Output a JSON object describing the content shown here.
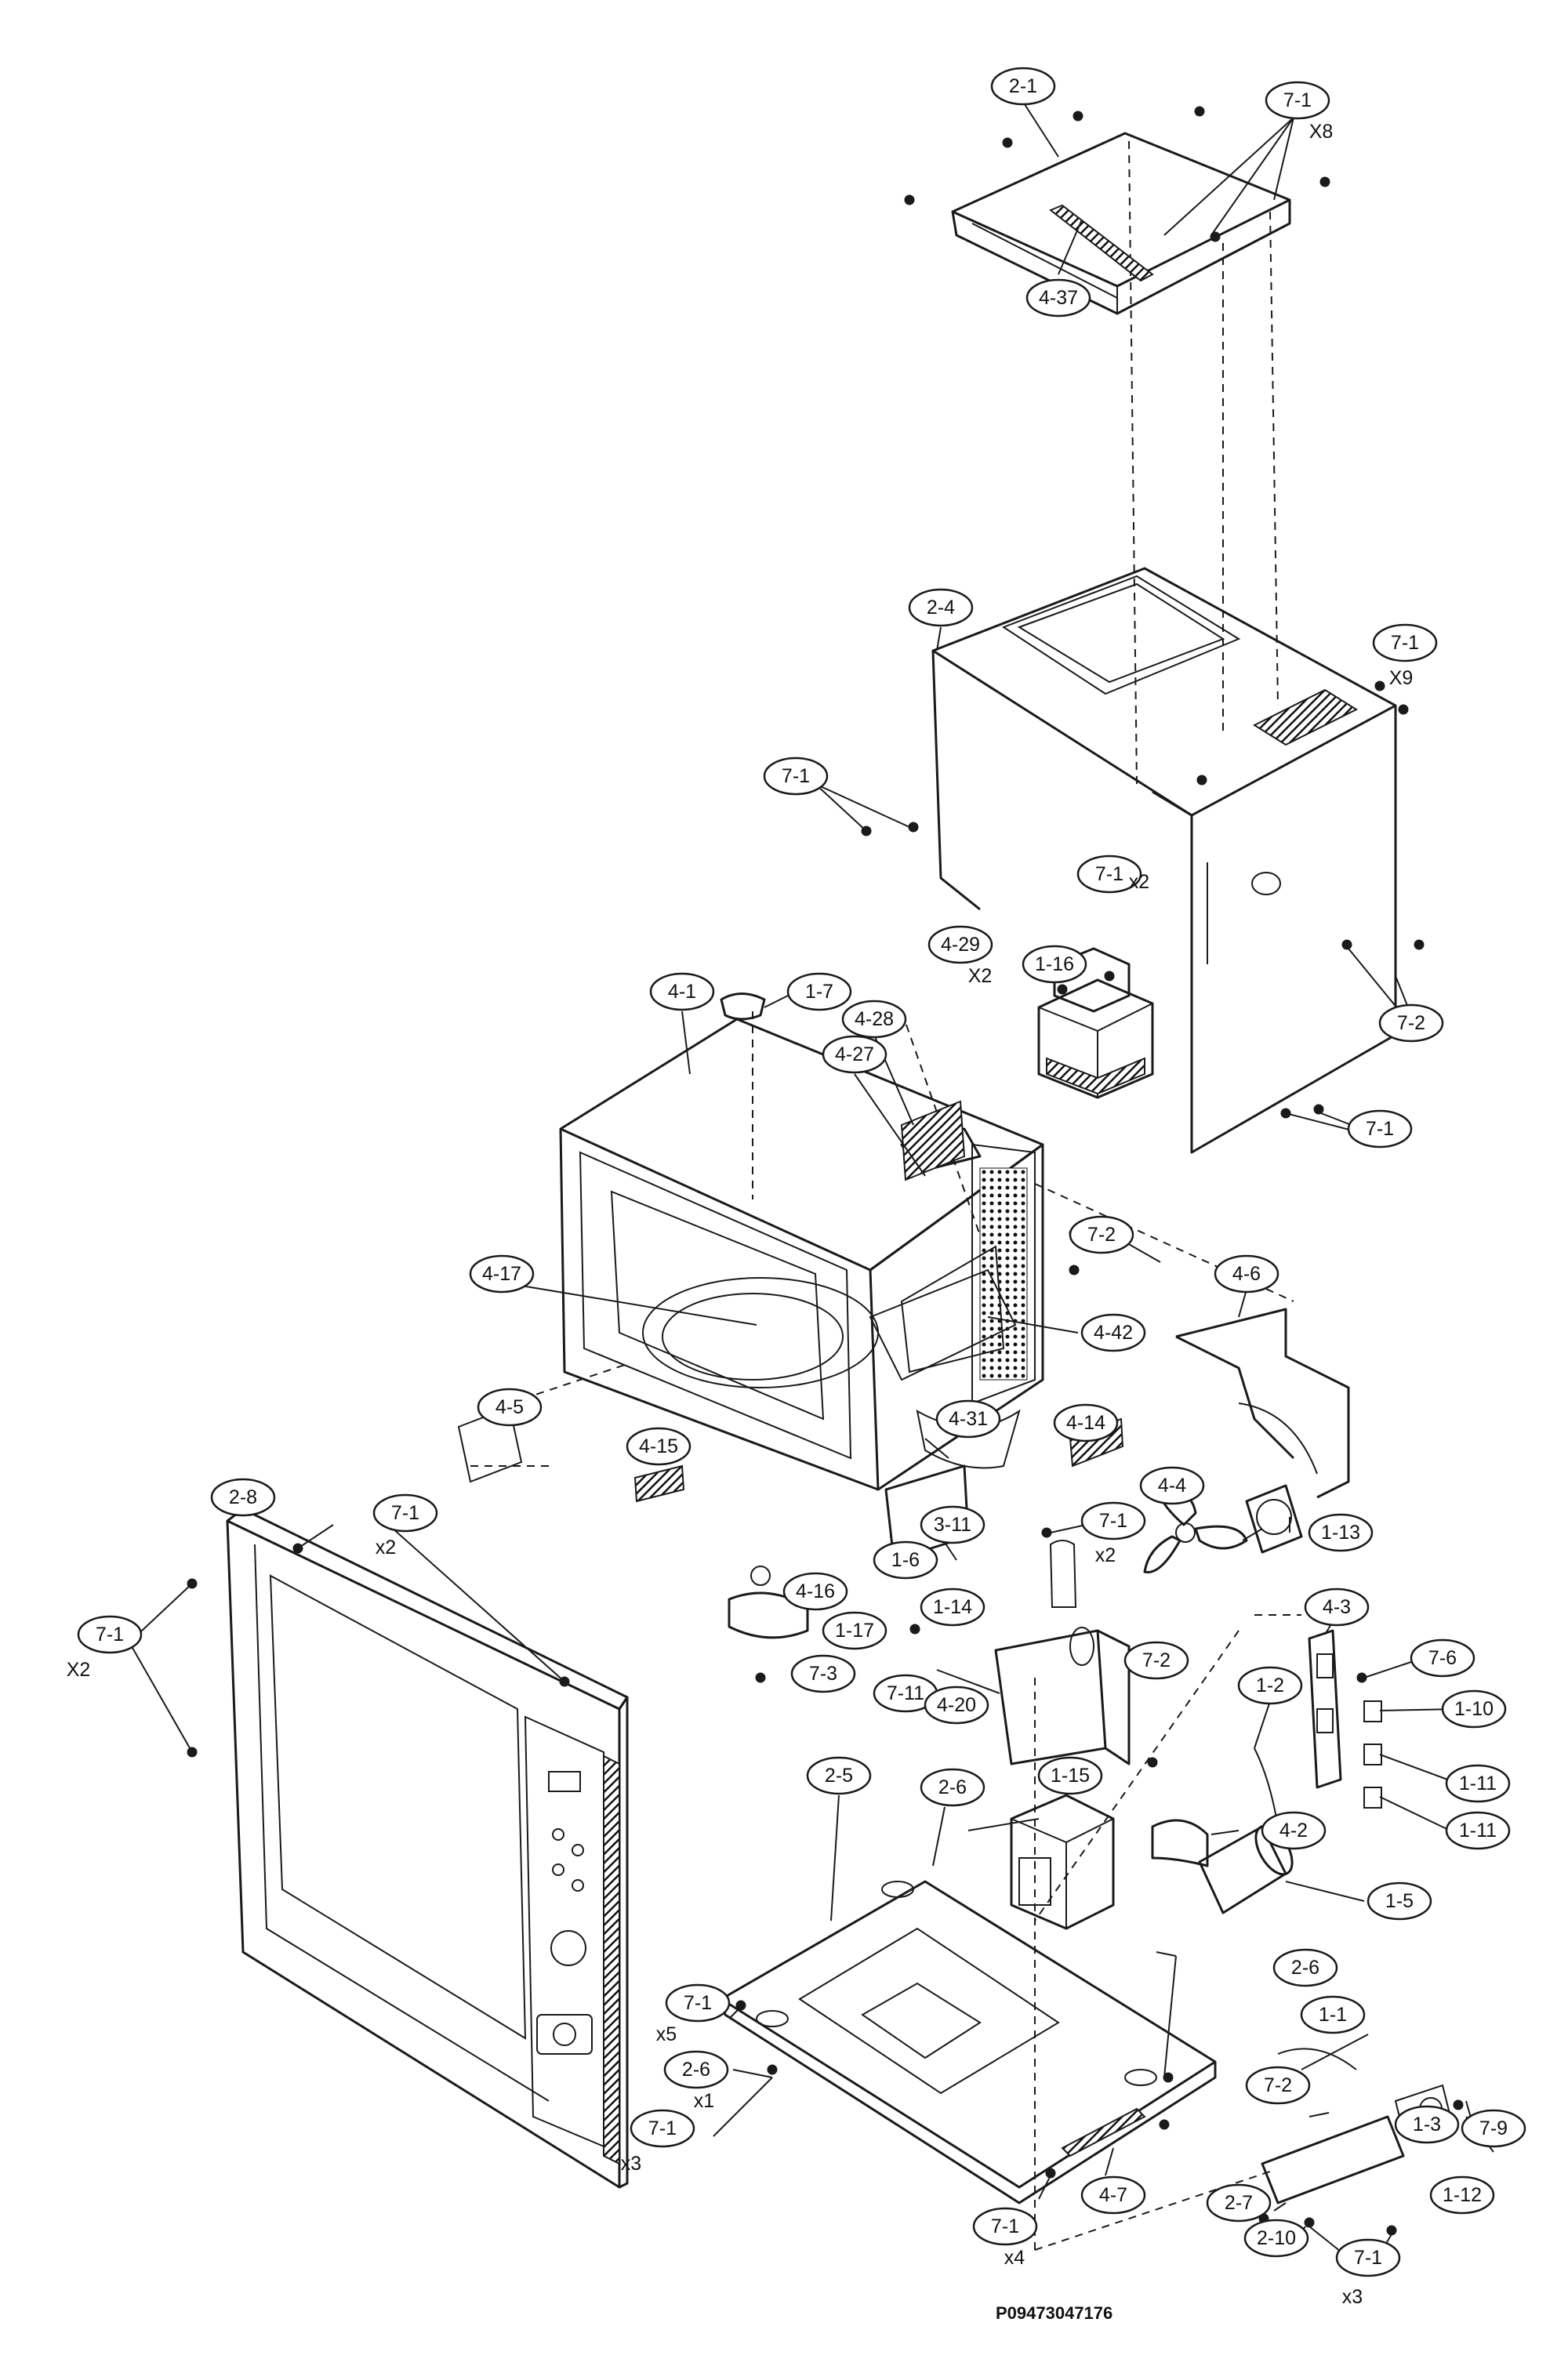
{
  "drawing_number": "P09473047176",
  "parts": [
    {
      "label": "2-1"
    },
    {
      "label": "7-1",
      "qty": "X8"
    },
    {
      "label": "4-37"
    },
    {
      "label": "2-4"
    },
    {
      "label": "7-1",
      "qty": "X9"
    },
    {
      "label": "7-1"
    },
    {
      "label": "7-1",
      "qty": "x2"
    },
    {
      "label": "1-16"
    },
    {
      "label": "4-29",
      "qty": "X2"
    },
    {
      "label": "1-7"
    },
    {
      "label": "4-28"
    },
    {
      "label": "4-27"
    },
    {
      "label": "4-1"
    },
    {
      "label": "7-2"
    },
    {
      "label": "7-1"
    },
    {
      "label": "7-2"
    },
    {
      "label": "4-6"
    },
    {
      "label": "4-17"
    },
    {
      "label": "4-42"
    },
    {
      "label": "4-5"
    },
    {
      "label": "4-15"
    },
    {
      "label": "4-31"
    },
    {
      "label": "4-14"
    },
    {
      "label": "4-4"
    },
    {
      "label": "1-13"
    },
    {
      "label": "2-8"
    },
    {
      "label": "7-1",
      "qty": "x2"
    },
    {
      "label": "7-1",
      "qty": "x2"
    },
    {
      "label": "3-11"
    },
    {
      "label": "1-6"
    },
    {
      "label": "7-1",
      "qty": "X2"
    },
    {
      "label": "4-16"
    },
    {
      "label": "1-17"
    },
    {
      "label": "1-14"
    },
    {
      "label": "7-3"
    },
    {
      "label": "7-11"
    },
    {
      "label": "4-3"
    },
    {
      "label": "7-6"
    },
    {
      "label": "7-2"
    },
    {
      "label": "1-2"
    },
    {
      "label": "1-10"
    },
    {
      "label": "4-20"
    },
    {
      "label": "1-11"
    },
    {
      "label": "1-11"
    },
    {
      "label": "1-15"
    },
    {
      "label": "2-6"
    },
    {
      "label": "2-5"
    },
    {
      "label": "4-2"
    },
    {
      "label": "1-5"
    },
    {
      "label": "2-6"
    },
    {
      "label": "7-1",
      "qty": "x5"
    },
    {
      "label": "2-6",
      "qty": "x1"
    },
    {
      "label": "1-1"
    },
    {
      "label": "7-2"
    },
    {
      "label": "1-3"
    },
    {
      "label": "7-9"
    },
    {
      "label": "7-1",
      "qty": "x3"
    },
    {
      "label": "4-7"
    },
    {
      "label": "7-1",
      "qty": "x4"
    },
    {
      "label": "2-7"
    },
    {
      "label": "1-12"
    },
    {
      "label": "2-10"
    },
    {
      "label": "7-1",
      "qty": "x3"
    }
  ]
}
